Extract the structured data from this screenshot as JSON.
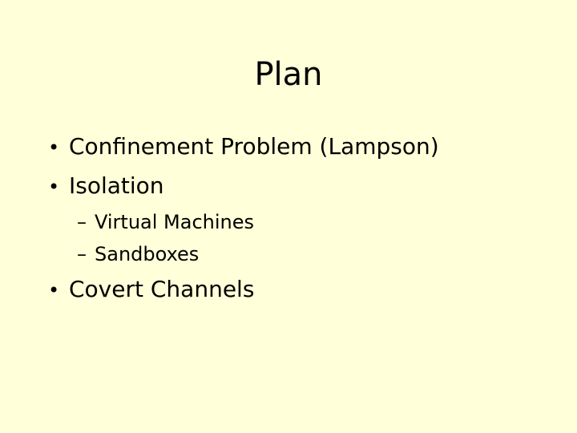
{
  "slide": {
    "background_color": "#FFFFD9",
    "text_color": "#000000",
    "title": "Plan",
    "bullets": [
      {
        "level": 1,
        "marker": "•",
        "text": "Confinement Problem (Lampson)"
      },
      {
        "level": 1,
        "marker": "•",
        "text": "Isolation"
      },
      {
        "level": 2,
        "marker": "–",
        "text": "Virtual Machines"
      },
      {
        "level": 2,
        "marker": "–",
        "text": "Sandboxes"
      },
      {
        "level": 1,
        "marker": "•",
        "text": "Covert Channels"
      }
    ]
  }
}
